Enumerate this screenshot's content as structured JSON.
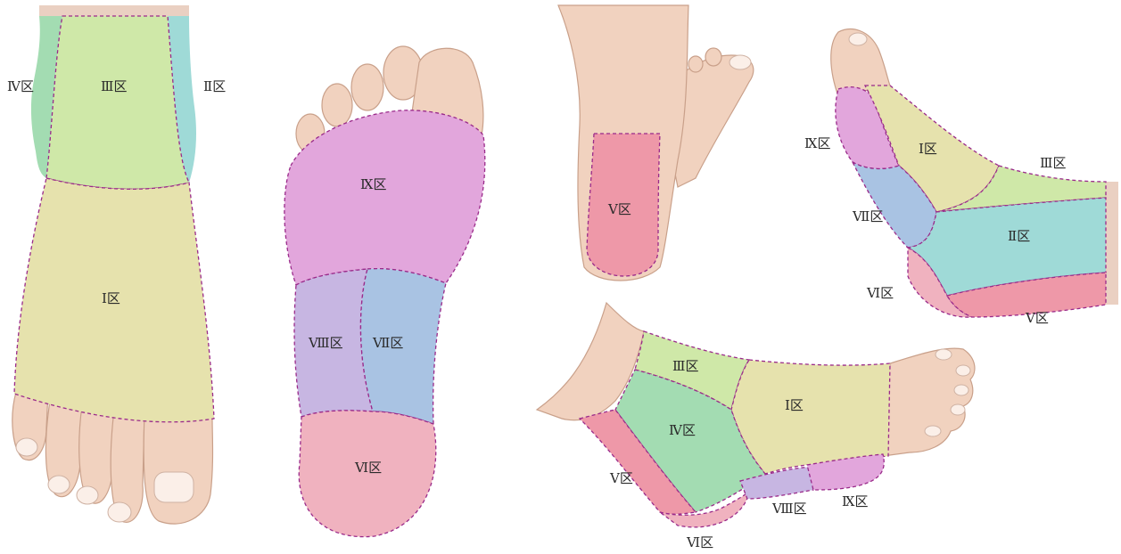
{
  "colors": {
    "skin": "#f1d2bf",
    "zone_I": "#e6e2ad",
    "zone_II": "#9fdad7",
    "zone_III": "#cfe8a8",
    "zone_IV": "#a3dcb2",
    "zone_V": "#ee98a8",
    "zone_VI": "#f0b2bf",
    "zone_VII": "#a9c3e3",
    "zone_VIII": "#c7b6e2",
    "zone_IX": "#e2a6dc",
    "boundary": "#9a2a8a"
  },
  "views": {
    "dorsal": {
      "labels": {
        "z1": "Ⅰ区",
        "z2": "Ⅱ区",
        "z3": "Ⅲ区",
        "z4": "Ⅳ区"
      }
    },
    "plantar": {
      "labels": {
        "z6": "Ⅵ区",
        "z7": "Ⅶ区",
        "z8": "Ⅷ区",
        "z9": "Ⅸ区"
      }
    },
    "posterior": {
      "labels": {
        "z5": "Ⅴ区"
      }
    },
    "lateral": {
      "labels": {
        "z1": "Ⅰ区",
        "z2": "Ⅱ区",
        "z3": "Ⅲ区",
        "z5": "Ⅴ区",
        "z6": "Ⅵ区",
        "z7": "Ⅶ区",
        "z9": "Ⅸ区"
      }
    },
    "medial": {
      "labels": {
        "z1": "Ⅰ区",
        "z3": "Ⅲ区",
        "z4": "Ⅳ区",
        "z5": "Ⅴ区",
        "z6": "Ⅵ区",
        "z8": "Ⅷ区",
        "z9": "Ⅸ区"
      }
    }
  }
}
